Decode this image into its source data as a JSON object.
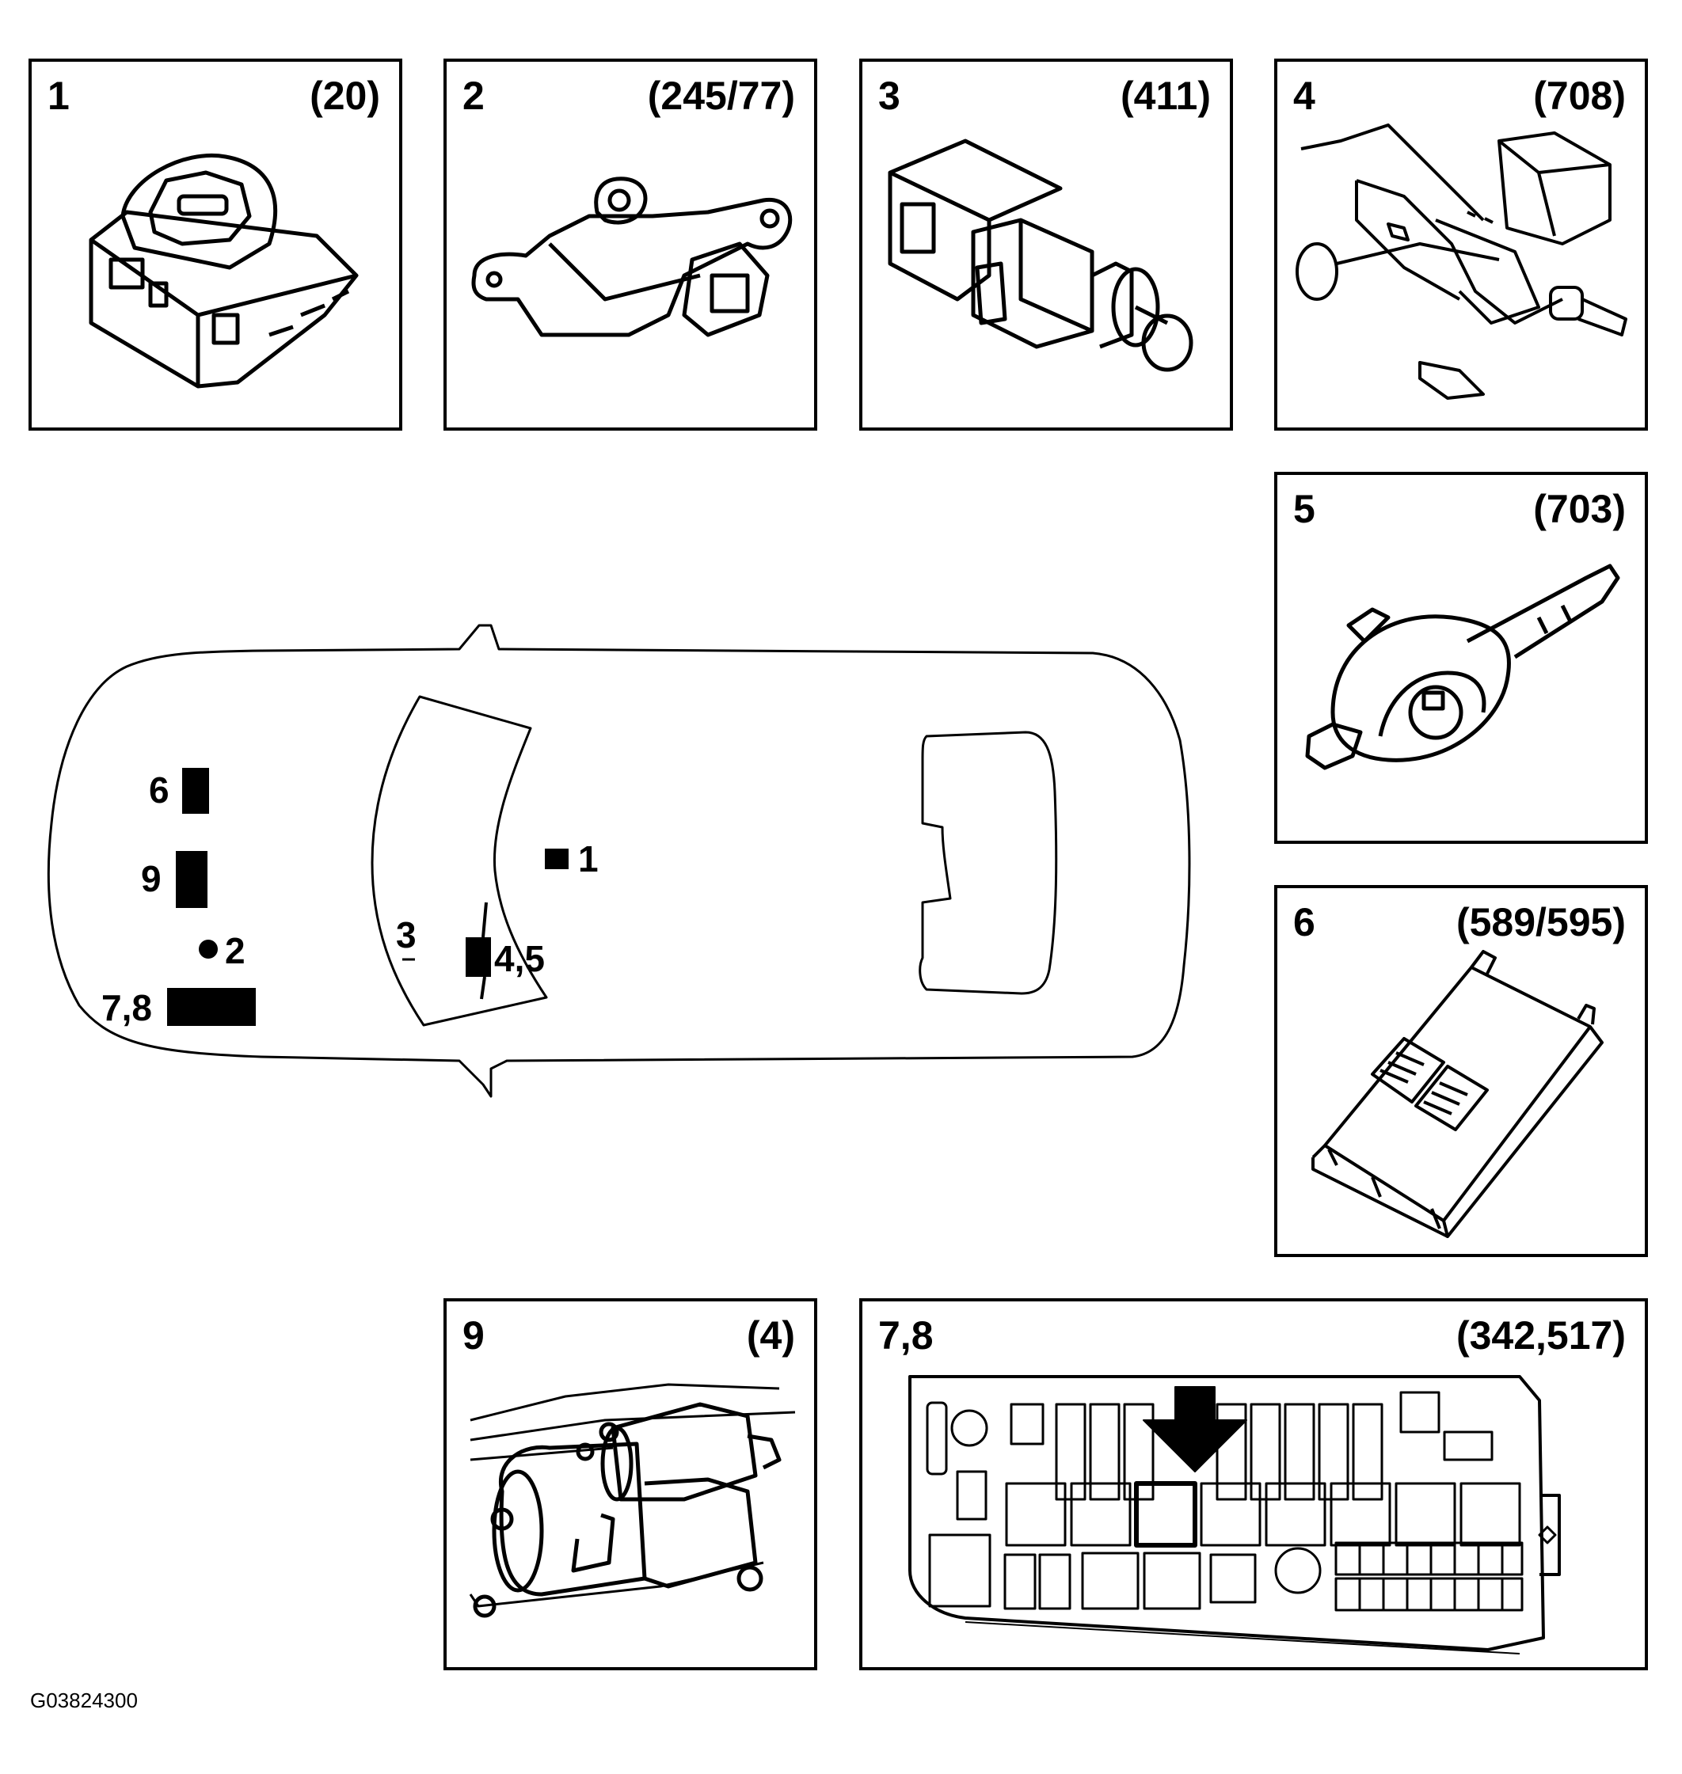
{
  "panels": [
    {
      "number": "1",
      "ref": "(20)"
    },
    {
      "number": "2",
      "ref": "(245/77)"
    },
    {
      "number": "3",
      "ref": "(411)"
    },
    {
      "number": "4",
      "ref": "(708)"
    },
    {
      "number": "5",
      "ref": "(703)"
    },
    {
      "number": "6",
      "ref": "(589/595)"
    },
    {
      "number": "9",
      "ref": "(4)"
    },
    {
      "number": "7,8",
      "ref": "(342,517)"
    }
  ],
  "car_labels": {
    "l6": "6",
    "l9": "9",
    "l2": "2",
    "l78": "7,8",
    "l3": "3",
    "l45": "4,5",
    "l1": "1"
  },
  "figure_id": "G03824300"
}
